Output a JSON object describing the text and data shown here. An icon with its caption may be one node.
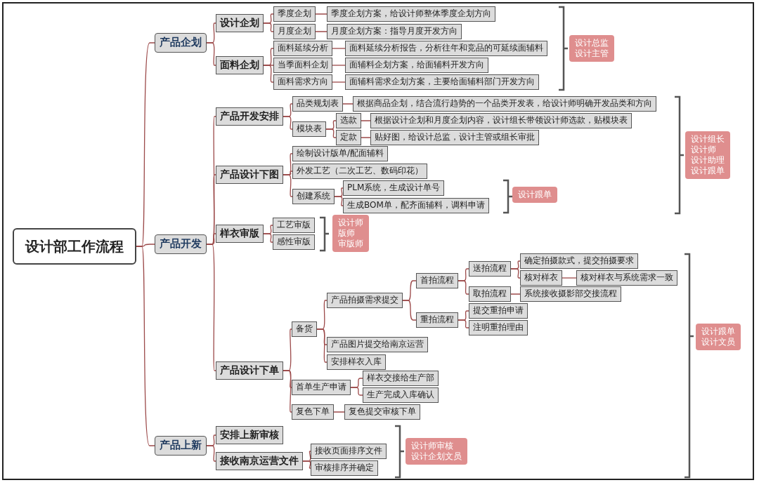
{
  "diagram": {
    "nodes": [
      {
        "text": [
          "设计部工作流程"
        ]
      },
      {
        "text": [
          "产品企划"
        ]
      },
      {
        "text": [
          "设计企划"
        ]
      },
      {
        "text": [
          "季度企划"
        ]
      },
      {
        "text": [
          "季度企划方案，给设计师整体季度企划方向"
        ]
      },
      {
        "text": [
          "月度企划"
        ]
      },
      {
        "text": [
          "月度企划方案：指导月度开发方向"
        ]
      },
      {
        "text": [
          "面料企划"
        ]
      },
      {
        "text": [
          "面料延续分析"
        ]
      },
      {
        "text": [
          "面料延续分析报告，分析往年和竞品的可延续面辅料"
        ]
      },
      {
        "text": [
          "当季面料企划"
        ]
      },
      {
        "text": [
          "面辅料企划方案，给面辅料开发方向"
        ]
      },
      {
        "text": [
          "面料需求方向"
        ]
      },
      {
        "text": [
          "面辅料需求企划方案，主要给面辅料部门开发方向"
        ]
      },
      {
        "text": [
          "产品开发"
        ]
      },
      {
        "text": [
          "产品开发安排"
        ]
      },
      {
        "text": [
          "品类规划表"
        ]
      },
      {
        "text": [
          "根据商品企划，结合流行趋势的一个品类开发表，给设计师明确开发品类和方向"
        ]
      },
      {
        "text": [
          "模块表"
        ]
      },
      {
        "text": [
          "选款"
        ]
      },
      {
        "text": [
          "根据设计企划和月度企划内容，设计组长带领设计师选款，贴模块表"
        ]
      },
      {
        "text": [
          "定款"
        ]
      },
      {
        "text": [
          "贴好图，给设计总监，设计主管或组长审批"
        ]
      },
      {
        "text": [
          "产品设计下图"
        ]
      },
      {
        "text": [
          "绘制设计版单/配面辅料"
        ]
      },
      {
        "text": [
          "外发工艺（二次工艺、数码印花）"
        ]
      },
      {
        "text": [
          "创建系统"
        ]
      },
      {
        "text": [
          "PLM系统，生成设计单号"
        ]
      },
      {
        "text": [
          "生成BOM单，配齐面辅料，调料申请"
        ]
      },
      {
        "text": [
          "样衣审版"
        ]
      },
      {
        "text": [
          "工艺审版"
        ]
      },
      {
        "text": [
          "感性审版"
        ]
      },
      {
        "text": [
          "产品设计下单"
        ]
      },
      {
        "text": [
          "备货"
        ]
      },
      {
        "text": [
          "产品拍摄需求提交"
        ]
      },
      {
        "text": [
          "首拍流程"
        ]
      },
      {
        "text": [
          "送拍流程"
        ]
      },
      {
        "text": [
          "确定拍摄款式，提交拍摄要求"
        ]
      },
      {
        "text": [
          "核对样衣"
        ]
      },
      {
        "text": [
          "核对样衣与系统需求一致"
        ]
      },
      {
        "text": [
          "取拍流程"
        ]
      },
      {
        "text": [
          "系统接收摄影部交接流程"
        ]
      },
      {
        "text": [
          "重拍流程"
        ]
      },
      {
        "text": [
          "提交重拍申请"
        ]
      },
      {
        "text": [
          "注明重拍理由"
        ]
      },
      {
        "text": [
          "产品图片提交给南京运营"
        ]
      },
      {
        "text": [
          "安排样衣入库"
        ]
      },
      {
        "text": [
          "首单生产申请"
        ]
      },
      {
        "text": [
          "样衣交接给生产部"
        ]
      },
      {
        "text": [
          "生产完成入库确认"
        ]
      },
      {
        "text": [
          "复色下单"
        ]
      },
      {
        "text": [
          "复色提交审核下单"
        ]
      },
      {
        "text": [
          "产品上新"
        ]
      },
      {
        "text": [
          "安排上新审核"
        ]
      },
      {
        "text": [
          "接收南京运营文件"
        ]
      },
      {
        "text": [
          "接收页面排序文件"
        ]
      },
      {
        "text": [
          "审核排序并确定"
        ]
      },
      {
        "text": [
          "设计总监",
          "设计主管"
        ]
      },
      {
        "text": [
          "设计组长",
          "设计师",
          "设计助理",
          "设计跟单"
        ]
      },
      {
        "text": [
          "设计跟单"
        ]
      },
      {
        "text": [
          "设计师",
          "版师",
          "审版师"
        ]
      },
      {
        "text": [
          "设计跟单",
          "设计文员"
        ]
      },
      {
        "text": [
          "设计师审核",
          "设计企划文员"
        ]
      }
    ],
    "edges": [
      {
        "from": 0,
        "to": 1,
        "arrow": "none"
      },
      {
        "from": 1,
        "to": 2,
        "arrow": "none"
      },
      {
        "from": 2,
        "to": 3,
        "arrow": "none"
      },
      {
        "from": 3,
        "to": 4,
        "arrow": "none"
      },
      {
        "from": 2,
        "to": 5,
        "arrow": "none"
      },
      {
        "from": 5,
        "to": 6,
        "arrow": "none"
      },
      {
        "from": 1,
        "to": 7,
        "arrow": "none"
      },
      {
        "from": 7,
        "to": 8,
        "arrow": "none"
      },
      {
        "from": 8,
        "to": 9,
        "arrow": "none"
      },
      {
        "from": 7,
        "to": 10,
        "arrow": "none"
      },
      {
        "from": 10,
        "to": 11,
        "arrow": "none"
      },
      {
        "from": 7,
        "to": 12,
        "arrow": "none"
      },
      {
        "from": 12,
        "to": 13,
        "arrow": "none"
      },
      {
        "from": 0,
        "to": 14,
        "arrow": "none"
      },
      {
        "from": 14,
        "to": 15,
        "arrow": "none"
      },
      {
        "from": 15,
        "to": 16,
        "arrow": "none"
      },
      {
        "from": 16,
        "to": 17,
        "arrow": "none"
      },
      {
        "from": 15,
        "to": 18,
        "arrow": "none"
      },
      {
        "from": 18,
        "to": 19,
        "arrow": "none"
      },
      {
        "from": 19,
        "to": 20,
        "arrow": "none"
      },
      {
        "from": 18,
        "to": 21,
        "arrow": "none"
      },
      {
        "from": 21,
        "to": 22,
        "arrow": "none"
      },
      {
        "from": 14,
        "to": 23,
        "arrow": "none"
      },
      {
        "from": 23,
        "to": 24,
        "arrow": "none"
      },
      {
        "from": 23,
        "to": 25,
        "arrow": "none"
      },
      {
        "from": 23,
        "to": 26,
        "arrow": "none"
      },
      {
        "from": 26,
        "to": 27,
        "arrow": "none"
      },
      {
        "from": 26,
        "to": 28,
        "arrow": "none"
      },
      {
        "from": 14,
        "to": 29,
        "arrow": "none"
      },
      {
        "from": 29,
        "to": 30,
        "arrow": "none"
      },
      {
        "from": 29,
        "to": 31,
        "arrow": "none"
      },
      {
        "from": 14,
        "to": 32,
        "arrow": "none"
      },
      {
        "from": 32,
        "to": 33,
        "arrow": "none"
      },
      {
        "from": 33,
        "to": 34,
        "arrow": "none"
      },
      {
        "from": 34,
        "to": 35,
        "arrow": "none"
      },
      {
        "from": 35,
        "to": 36,
        "arrow": "none"
      },
      {
        "from": 36,
        "to": 37,
        "arrow": "none"
      },
      {
        "from": 36,
        "to": 38,
        "arrow": "none"
      },
      {
        "from": 38,
        "to": 39,
        "arrow": "none"
      },
      {
        "from": 35,
        "to": 40,
        "arrow": "none"
      },
      {
        "from": 40,
        "to": 41,
        "arrow": "none"
      },
      {
        "from": 34,
        "to": 42,
        "arrow": "none"
      },
      {
        "from": 42,
        "to": 43,
        "arrow": "none"
      },
      {
        "from": 42,
        "to": 44,
        "arrow": "none"
      },
      {
        "from": 33,
        "to": 45,
        "arrow": "none"
      },
      {
        "from": 33,
        "to": 46,
        "arrow": "none"
      },
      {
        "from": 32,
        "to": 47,
        "arrow": "none"
      },
      {
        "from": 47,
        "to": 48,
        "arrow": "none"
      },
      {
        "from": 47,
        "to": 49,
        "arrow": "none"
      },
      {
        "from": 32,
        "to": 50,
        "arrow": "none"
      },
      {
        "from": 50,
        "to": 51,
        "arrow": "none"
      },
      {
        "from": 0,
        "to": 52,
        "arrow": "none"
      },
      {
        "from": 52,
        "to": 53,
        "arrow": "none"
      },
      {
        "from": 52,
        "to": 54,
        "arrow": "none"
      },
      {
        "from": 54,
        "to": 55,
        "arrow": "none"
      },
      {
        "from": 54,
        "to": 56,
        "arrow": "none"
      }
    ]
  }
}
